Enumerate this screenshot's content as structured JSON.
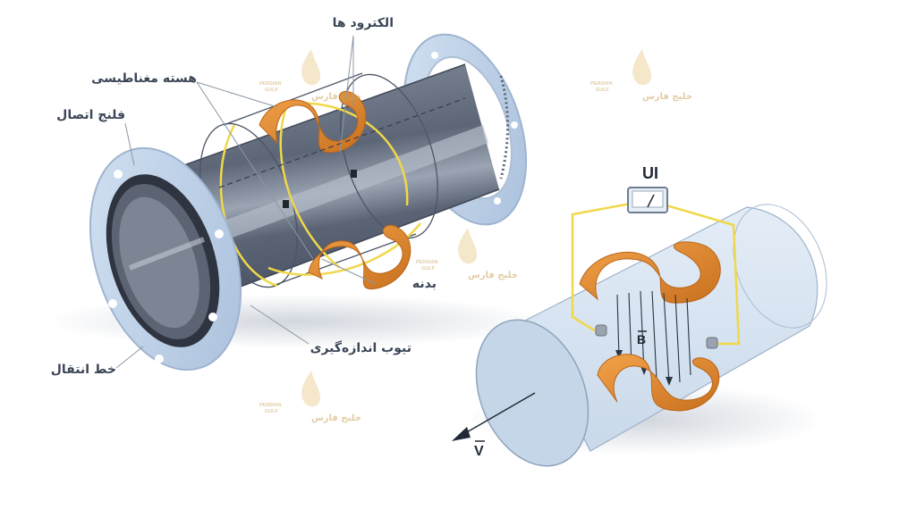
{
  "labels": {
    "electrodes": "الکترود ها",
    "magnetic_core": "هسته مغناطیسی",
    "connection_flange": "فلنج اتصال",
    "body": "بدنه",
    "measuring_tube": "تیوب اندازه‌گیری",
    "transmission_line": "خط انتقال"
  },
  "symbols": {
    "voltmeter": "UI",
    "magnetic_field": "B",
    "velocity": "V"
  },
  "watermark": {
    "en_line1": "PERSIAN",
    "en_line2": "GULF",
    "fa": "خلیج فارس"
  },
  "colors": {
    "pipe": "#5f6a7a",
    "flange": "#b9cde6",
    "coil": "#e08a32",
    "wire": "#f0d84a",
    "glass": "#d6e3f1"
  }
}
